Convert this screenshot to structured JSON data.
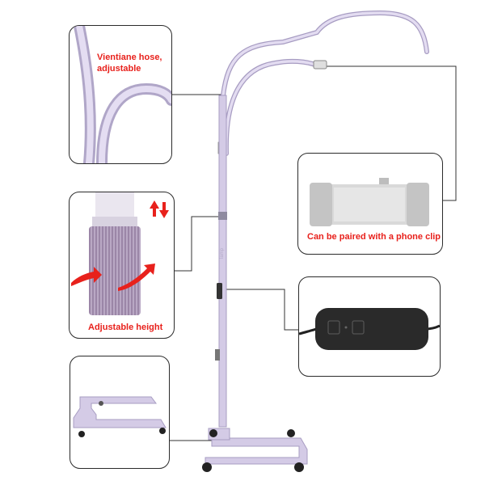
{
  "callouts": {
    "hose": {
      "caption_line1": "Vientiane hose,",
      "caption_line2": "adjustable"
    },
    "height": {
      "caption": "Adjustable height"
    },
    "phone_clip": {
      "caption": "Can be paired with a phone clip"
    },
    "switch": {
      "caption": ""
    },
    "base": {
      "caption": ""
    }
  },
  "colors": {
    "caption_red": "#e8211c",
    "lamp_lavender": "#d4cbe6",
    "lamp_outline": "#a79cc2",
    "remote_black": "#2a2a2a",
    "callout_border": "#2b2b2b"
  },
  "icons": [
    "up-down-arrows-icon",
    "rotate-arrow-icon"
  ]
}
